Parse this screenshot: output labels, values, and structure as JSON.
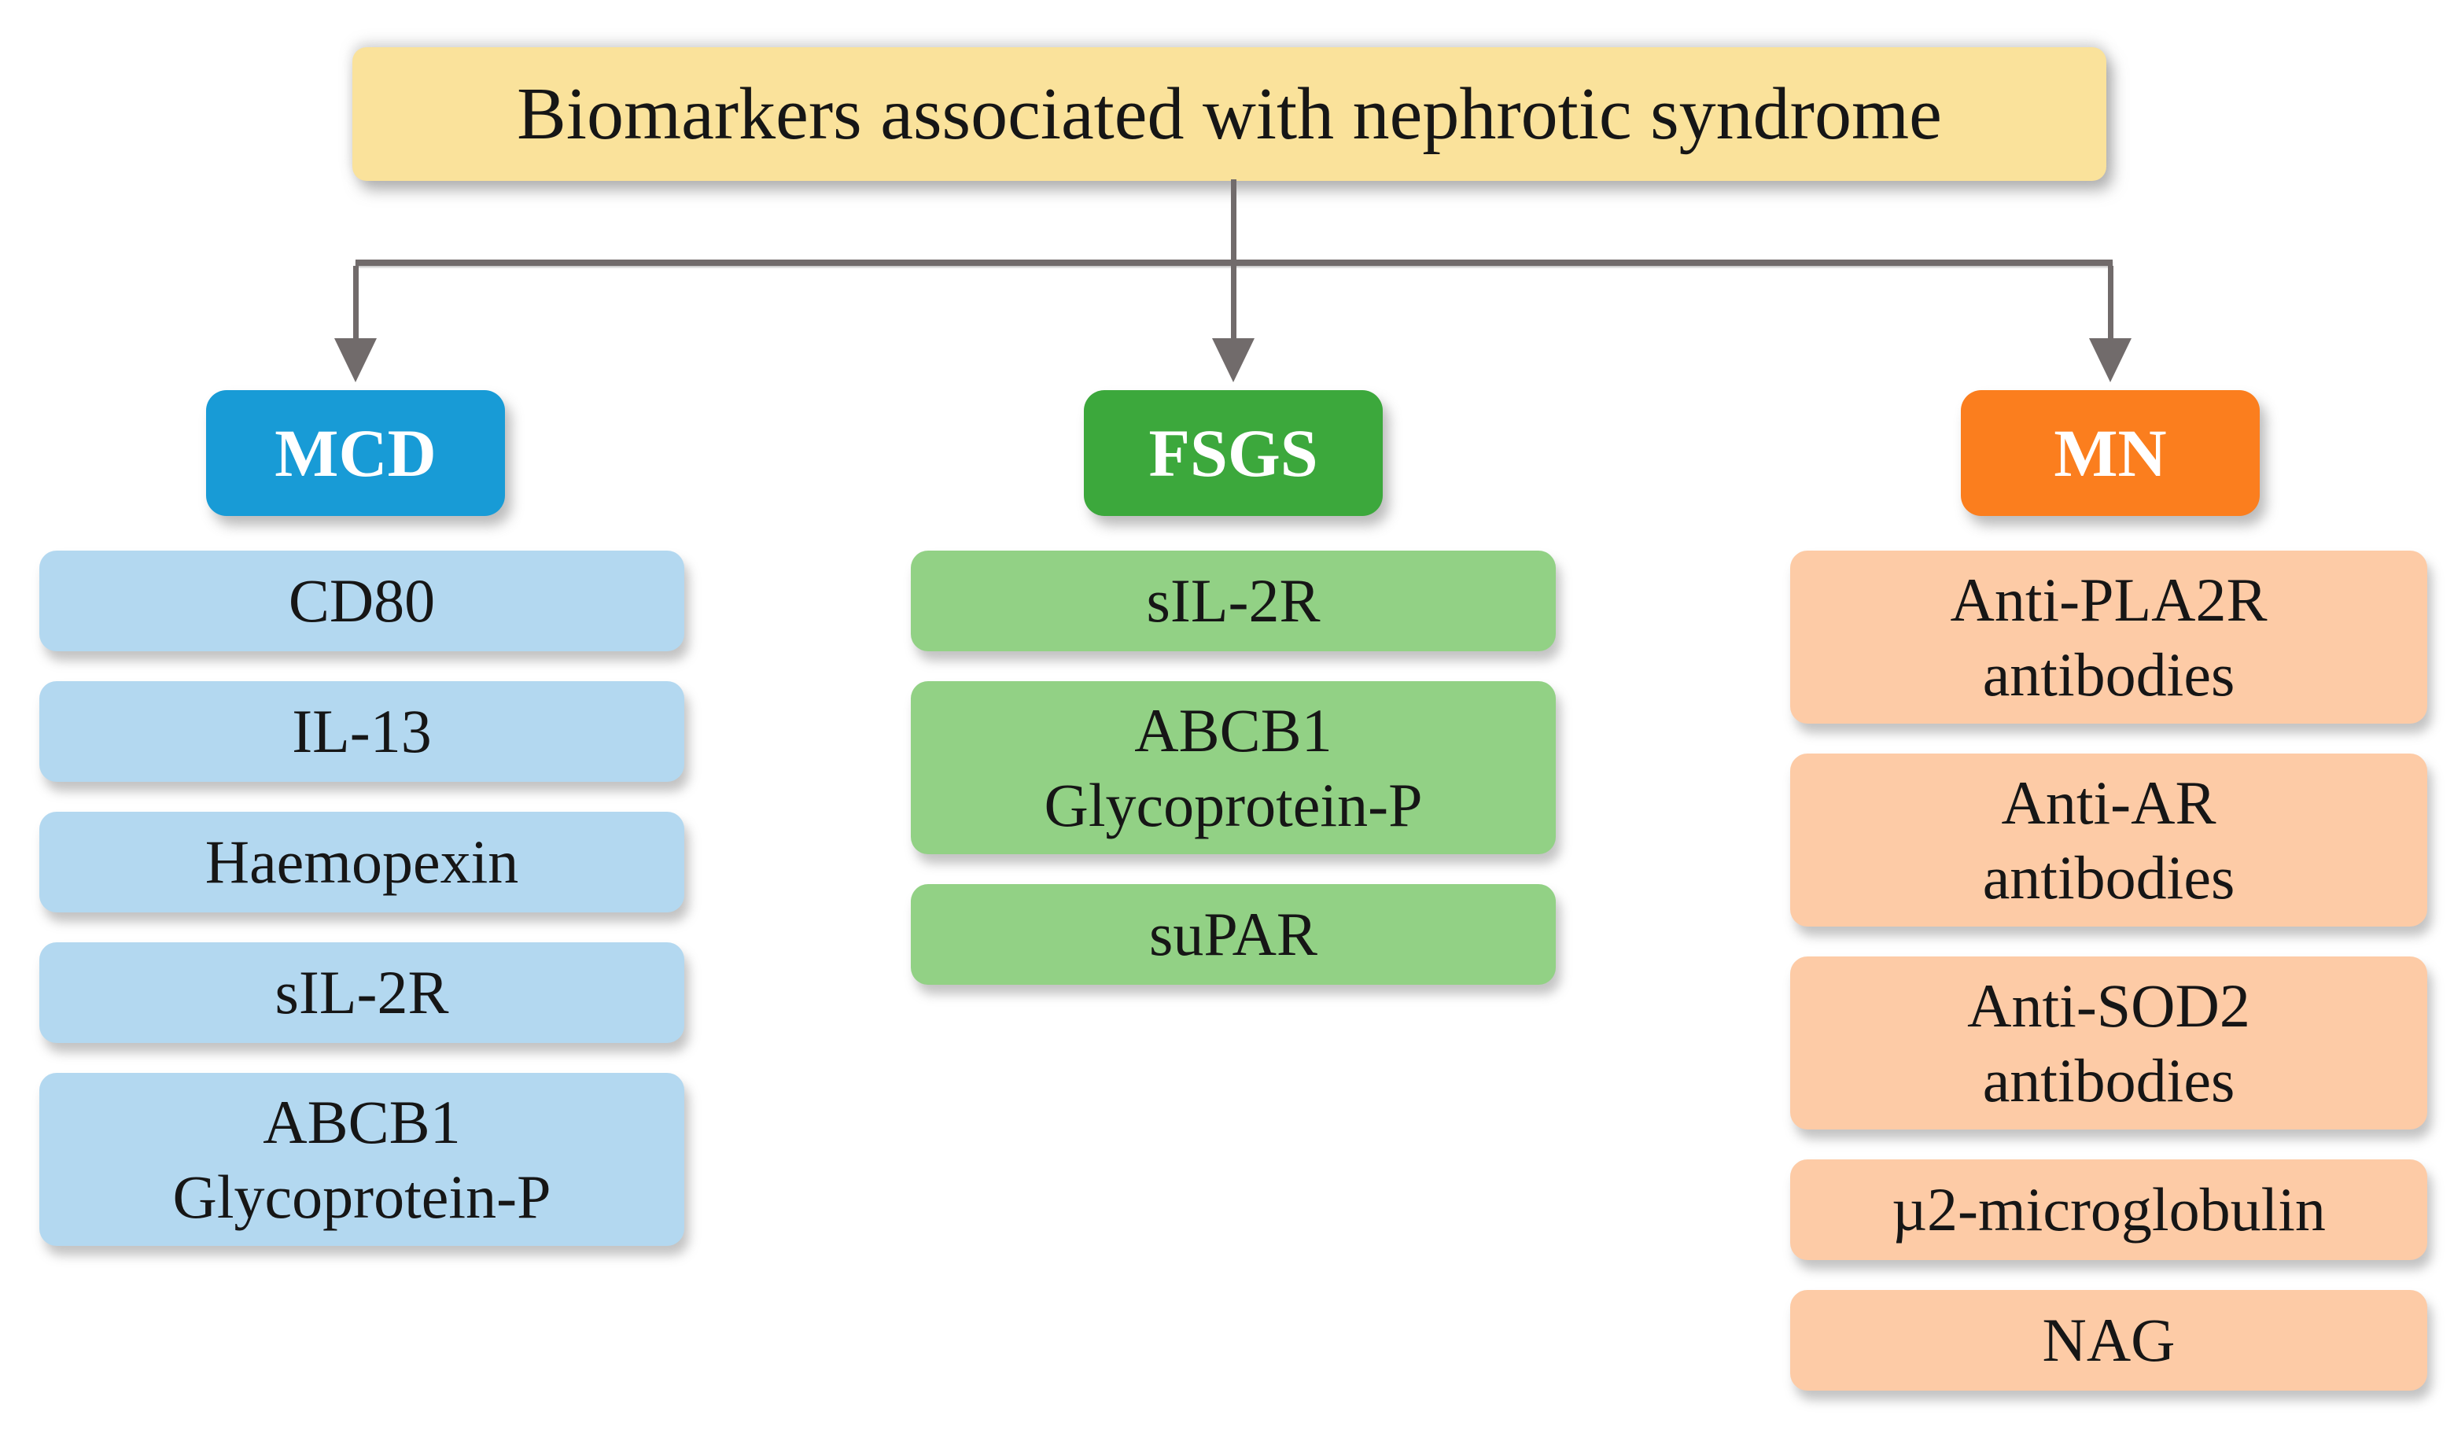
{
  "figure": {
    "title": "Biomarkers associated with nephrotic syndrome",
    "title_bg": "#FAE29B",
    "connector_color": "#716B6B",
    "text_color": "#161616",
    "columns": [
      {
        "id": "mcd",
        "label": "MCD",
        "header_bg": "#189BD6",
        "item_bg": "#B3D8F0",
        "items": [
          [
            "CD80"
          ],
          [
            "IL-13"
          ],
          [
            "Haemopexin"
          ],
          [
            "sIL-2R"
          ],
          [
            "ABCB1",
            "Glycoprotein-P"
          ]
        ]
      },
      {
        "id": "fsgs",
        "label": "FSGS",
        "header_bg": "#3CA83C",
        "item_bg": "#92D185",
        "items": [
          [
            "sIL-2R"
          ],
          [
            "ABCB1",
            "Glycoprotein-P"
          ],
          [
            "suPAR"
          ]
        ]
      },
      {
        "id": "mn",
        "label": "MN",
        "header_bg": "#FB7E1E",
        "item_bg": "#FDCBA6",
        "items": [
          [
            "Anti-PLA2R",
            "antibodies"
          ],
          [
            "Anti-AR",
            "antibodies"
          ],
          [
            "Anti-SOD2",
            "antibodies"
          ],
          [
            "µ2-microglobulin"
          ],
          [
            "NAG"
          ]
        ]
      }
    ]
  }
}
